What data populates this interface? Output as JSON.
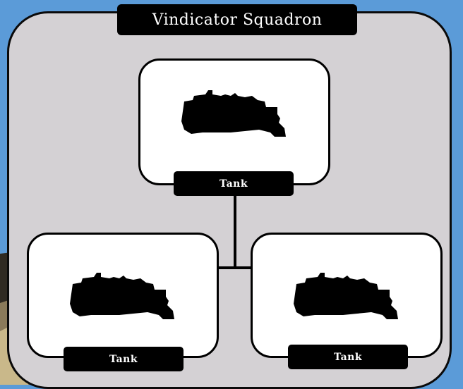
{
  "squadron": {
    "title": "Vindicator Squadron"
  },
  "units": [
    {
      "label": "Tank",
      "icon": "tank-silhouette"
    },
    {
      "label": "Tank",
      "icon": "tank-silhouette"
    },
    {
      "label": "Tank",
      "icon": "tank-silhouette"
    }
  ],
  "colors": {
    "background": "#5b9bd8",
    "panel": "#d4d1d4",
    "card": "#ffffff",
    "label_bg": "#000000",
    "label_text": "#ffffff"
  }
}
